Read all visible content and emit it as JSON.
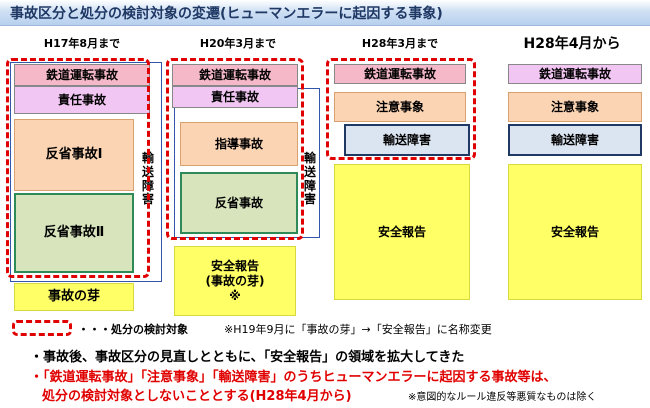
{
  "title": "事故区分と処分の検討対象の変遷(ヒューマンエラーに起因する事象)",
  "columns": [
    {
      "header": "H17年8月まで"
    },
    {
      "header": "H20年3月まで"
    },
    {
      "header": "H28年3月まで"
    },
    {
      "header": "H28年4月から"
    }
  ],
  "col1": {
    "railway_accident": "鉄道運転事故",
    "responsibility_accident": "責任事故",
    "reflection1": "反省事故Ⅰ",
    "reflection2": "反省事故Ⅱ",
    "sprout": "事故の芽",
    "transport_trouble": [
      "輸",
      "送",
      "障",
      "害"
    ]
  },
  "col2": {
    "railway_accident": "鉄道運転事故",
    "responsibility_accident": "責任事故",
    "guidance_accident": "指導事故",
    "reflection": "反省事故",
    "safety_report_line1": "安全報告",
    "safety_report_line2": "(事故の芽)",
    "safety_report_mark": "※",
    "transport_trouble": [
      "輸",
      "送",
      "障",
      "害"
    ]
  },
  "col3": {
    "railway_accident": "鉄道運転事故",
    "caution": "注意事象",
    "transport_trouble": "輸送障害",
    "safety_report": "安全報告"
  },
  "col4": {
    "railway_accident": "鉄道運転事故",
    "caution": "注意事象",
    "transport_trouble": "輸送障害",
    "safety_report": "安全報告"
  },
  "legend": {
    "text": "・・・処分の検討対象",
    "note": "※H19年9月に「事故の芽」→「安全報告」に名称変更"
  },
  "bullets": {
    "b1": "・事故後、事故区分の見直しとともに、「安全報告」の領域を拡大してきた",
    "b2_line1": "・「鉄道運転事故」「注意事象」「輸送障害」のうちヒューマンエラーに起因する事故等は、",
    "b2_line2": "処分の検討対象としないこととする(H28年4月から)",
    "b2_note": "※意図的なルール違反等悪質なものは除く"
  },
  "colors": {
    "red": "#e00000",
    "pink": "#f4b8c8",
    "violet": "#f2c6f2",
    "orange": "#fbd4b4",
    "green": "#d7e4bc",
    "yellow": "#ffff66",
    "navy": "#1f3864"
  }
}
